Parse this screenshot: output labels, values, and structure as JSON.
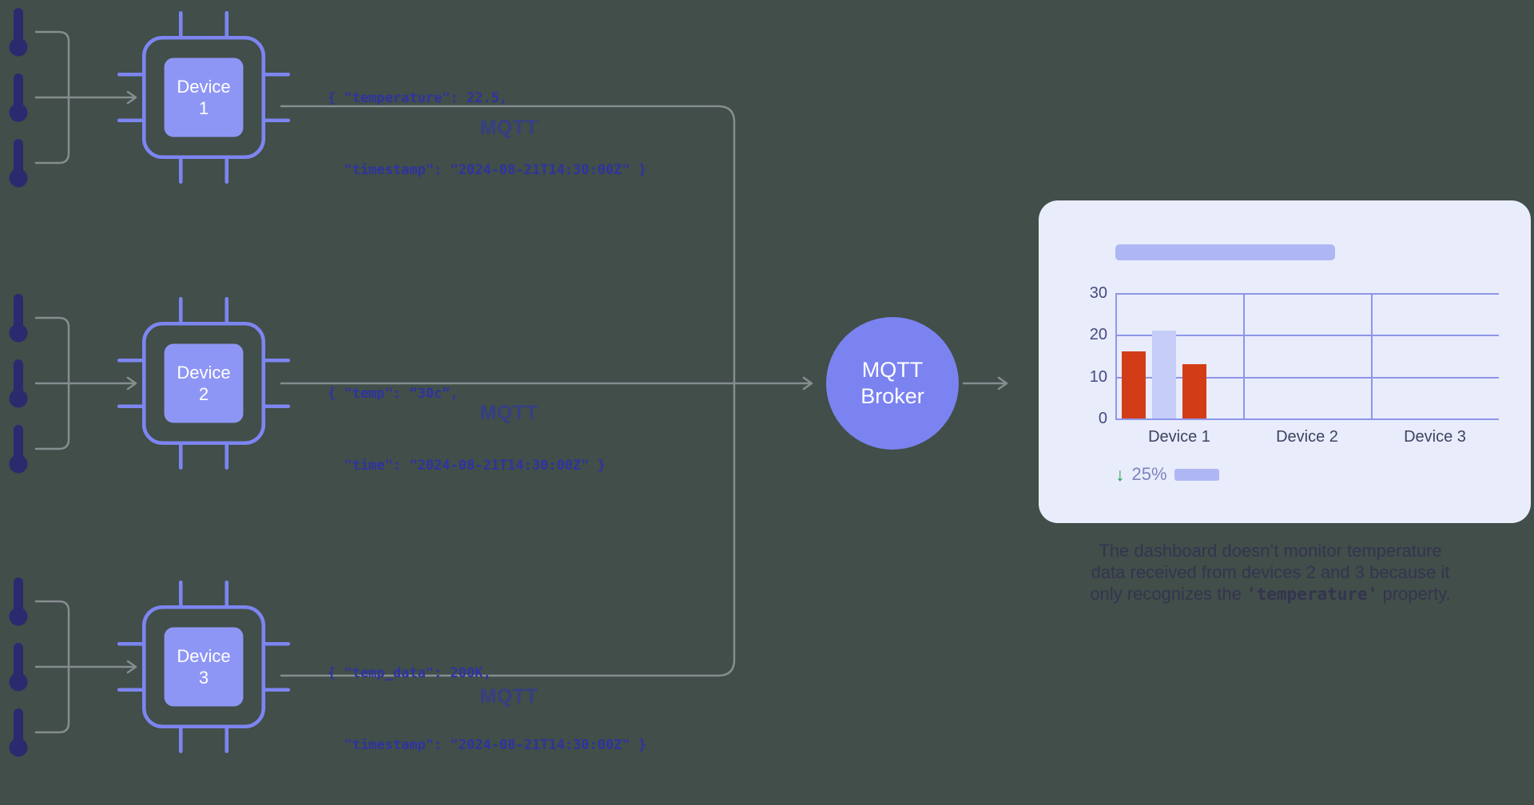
{
  "colors": {
    "background": "#414e49",
    "accent_periwinkle": "#7d85f1",
    "chip_fill": "#8e96f5",
    "connector_gray": "#868d90",
    "thermometer_navy": "#2b2a6e",
    "card_bg": "#e9ecfb",
    "json_text": "#2f33a0",
    "bar_red": "#d23d17",
    "bar_light": "#c5cdf8",
    "trend_green": "#1fa34d"
  },
  "devices": [
    {
      "label": "Device 1",
      "payload_line1": "{ \"temperature\": 22.5,",
      "payload_line2": "  \"timestamp\": \"2024-08-21T14:30:00Z\" }",
      "protocol": "MQTT"
    },
    {
      "label": "Device 2",
      "payload_line1": "{ \"temp\": “30c”,",
      "payload_line2": "  \"time\": \"2024-08-21T14:30:00Z\" }",
      "protocol": "MQTT"
    },
    {
      "label": "Device 3",
      "payload_line1": "{ \"temp_data\": 200K,",
      "payload_line2": "  \"timestamp\": \"2024-08-21T14:30:00Z\" }",
      "protocol": "MQTT"
    }
  ],
  "broker": {
    "label": "MQTT Broker"
  },
  "dashboard": {
    "chart": {
      "type": "bar",
      "title": "",
      "yticks": [
        "30",
        "20",
        "10",
        "0"
      ],
      "ymax": 30,
      "categories": [
        "Device 1",
        "Device 2",
        "Device 3"
      ],
      "series": [
        {
          "name": "device1-bar-red-left",
          "value": 16,
          "color": "#d23d17"
        },
        {
          "name": "device1-bar-light",
          "value": 21,
          "color": "#c5cdf8"
        },
        {
          "name": "device1-bar-red-right",
          "value": 13,
          "color": "#d23d17"
        }
      ],
      "note": "Only Device 1 has bars; Device 2 and Device 3 columns are empty"
    },
    "stat": {
      "arrow": "↓",
      "change": "25%",
      "direction": "down"
    }
  },
  "caption": {
    "line1": "The dashboard doesn’t monitor temperature",
    "line2": "data received from devices 2 and 3 because it",
    "line3_pre": "only recognizes the ",
    "line3_code": "'temperature'",
    "line3_post": " property."
  }
}
